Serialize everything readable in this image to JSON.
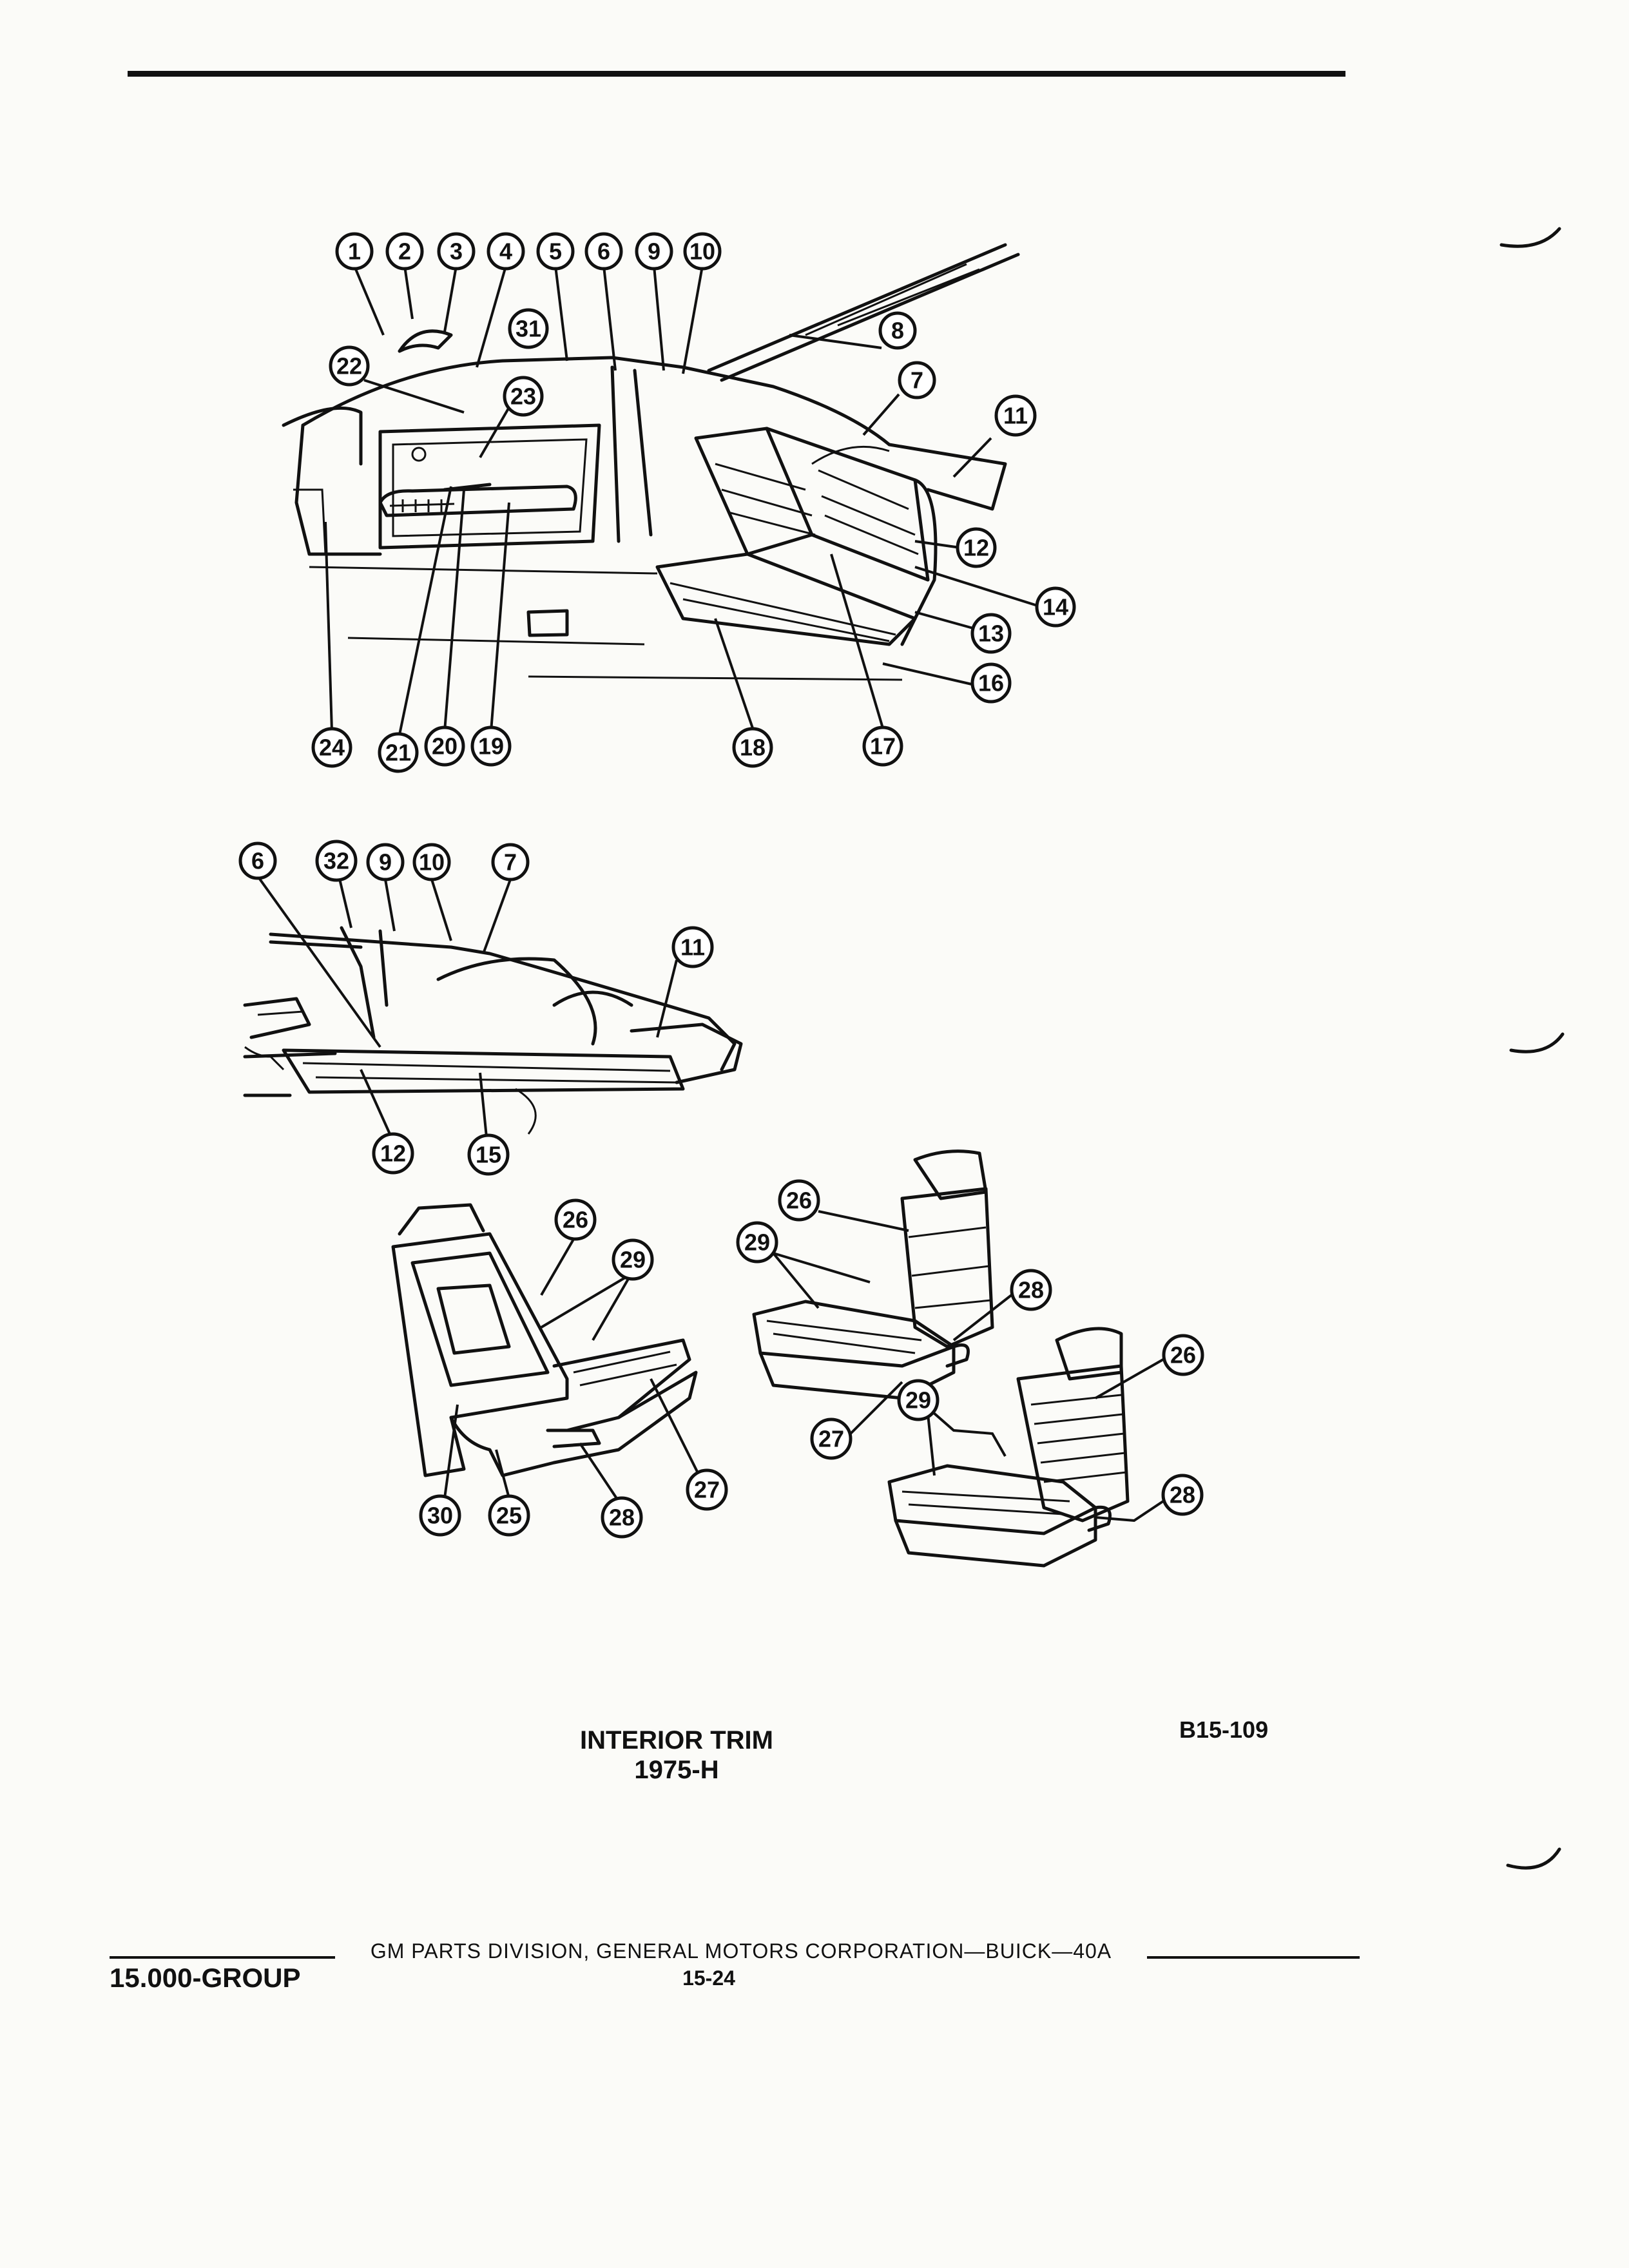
{
  "caption": {
    "title_line1": "INTERIOR TRIM",
    "title_line2": "1975-H",
    "figure_code": "B15-109"
  },
  "footer": {
    "corporation": "GM PARTS DIVISION, GENERAL MOTORS CORPORATION—BUICK—40A",
    "page_number": "15-24",
    "group": "15.000-GROUP"
  },
  "callouts": {
    "c1": "1",
    "c2": "2",
    "c3": "3",
    "c4": "4",
    "c5": "5",
    "c6": "6",
    "c7": "7",
    "c8": "8",
    "c9": "9",
    "c10": "10",
    "c11": "11",
    "c12": "12",
    "c13": "13",
    "c14": "14",
    "c16": "16",
    "c17": "17",
    "c18": "18",
    "c19": "19",
    "c20": "20",
    "c21": "21",
    "c22": "22",
    "c23": "23",
    "c24": "24",
    "c31": "31",
    "d6": "6",
    "d32": "32",
    "d9": "9",
    "d10": "10",
    "d7": "7",
    "d11": "11",
    "d12": "12",
    "d15": "15",
    "e26": "26",
    "e29": "29",
    "e27": "27",
    "e28": "28",
    "e30": "30",
    "e25": "25",
    "f26": "26",
    "f29": "29",
    "f28": "28",
    "f27": "27",
    "g26": "26",
    "g29": "29",
    "g28": "28"
  },
  "colors": {
    "ink": "#111111",
    "paper": "#fbfbf8"
  }
}
